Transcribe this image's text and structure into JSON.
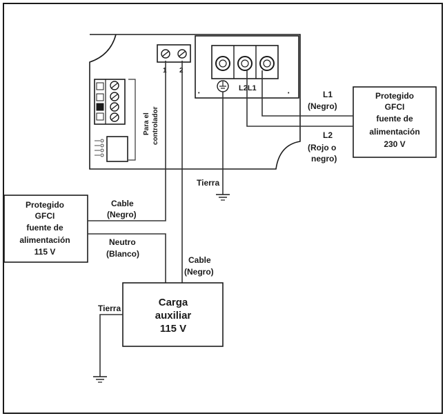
{
  "supply_230": {
    "line1": "Protegido",
    "line2": "GFCI",
    "line3": "fuente de",
    "line4": "alimentación",
    "line5": "230 V"
  },
  "supply_115": {
    "line1": "Protegido",
    "line2": "GFCI",
    "line3": "fuente de",
    "line4": "alimentación",
    "line5": "115 V"
  },
  "load": {
    "line1": "Carga",
    "line2": "auxiliar",
    "line3": "115 V"
  },
  "labels": {
    "l1": "L1",
    "l1_color": "(Negro)",
    "l2": "L2",
    "l2_color_1": "(Rojo o",
    "l2_color_2": "negro)",
    "terminal_l2l1": "L2L1",
    "ground_top": "Tierra",
    "ground_bottom": "Tierra",
    "cable_top": "Cable",
    "cable_top_color": "(Negro)",
    "neutral": "Neutro",
    "neutral_color": "(Blanco)",
    "cable_load": "Cable",
    "cable_load_color": "(Negro)",
    "controller_1": "Para el",
    "controller_2": "controlador",
    "terminal_1": "1",
    "terminal_2": "2"
  }
}
